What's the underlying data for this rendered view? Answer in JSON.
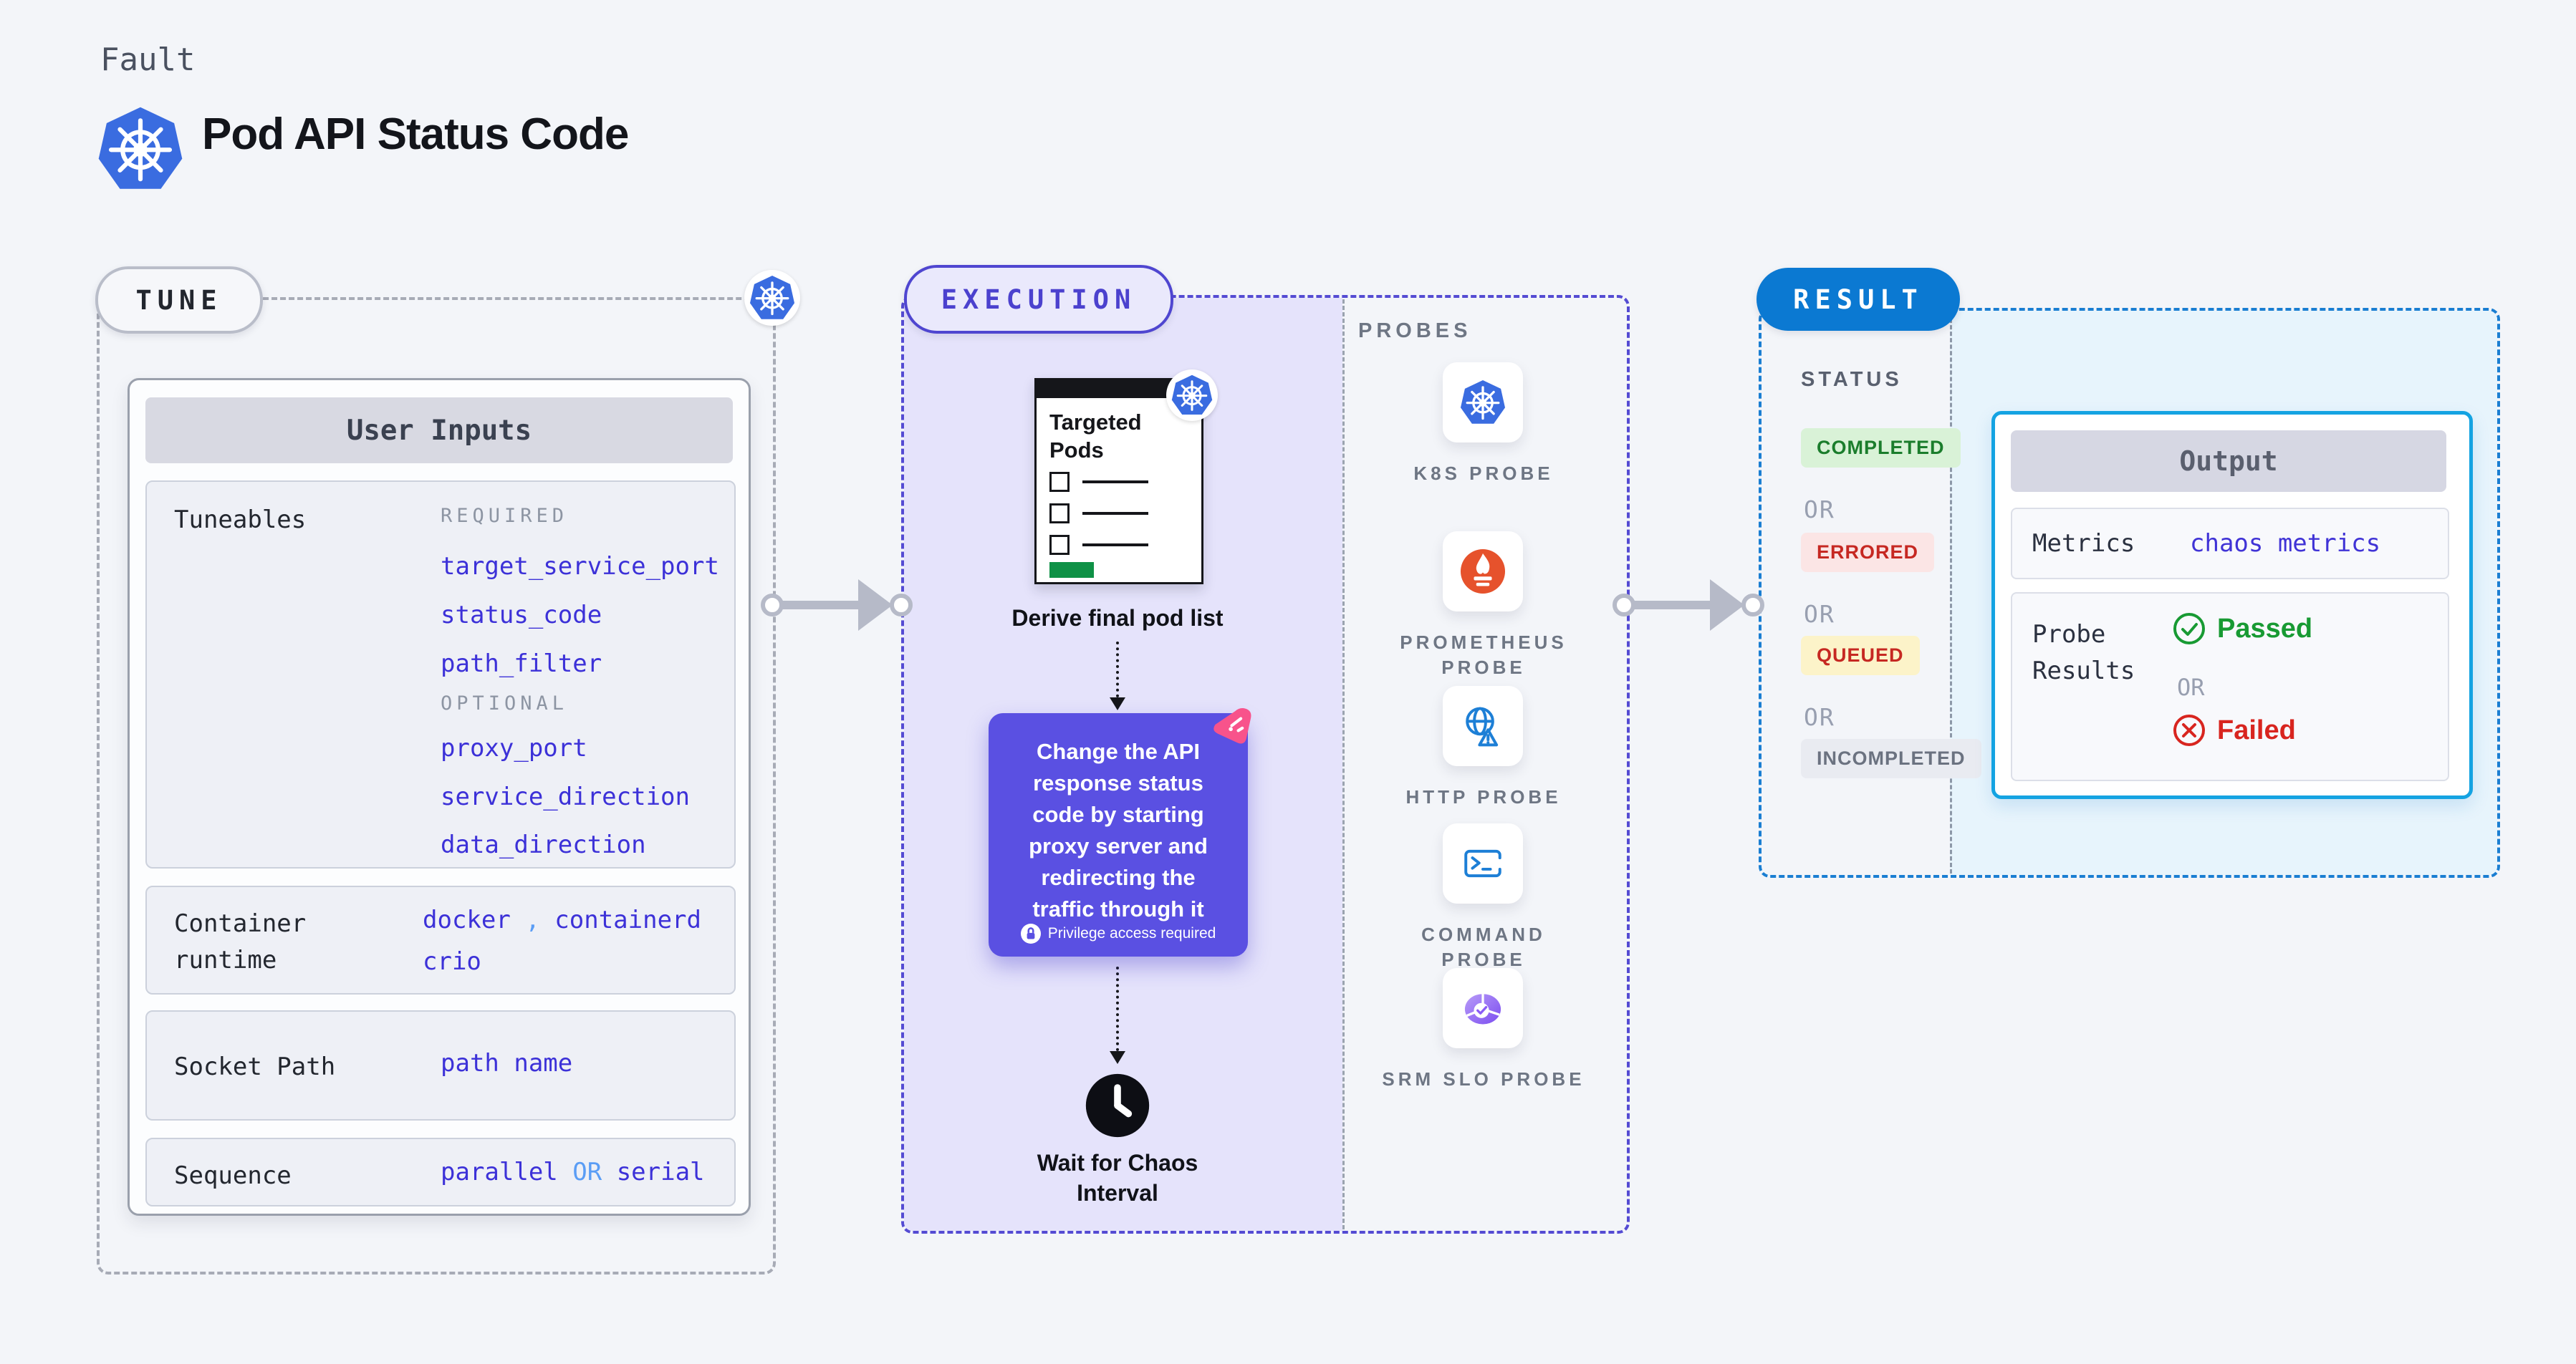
{
  "header": {
    "kicker": "Fault",
    "title": "Pod API Status Code"
  },
  "tune": {
    "label": "TUNE",
    "panel_title": "User Inputs",
    "tuneables": {
      "label": "Tuneables",
      "required_label": "REQUIRED",
      "required": [
        "target_service_port",
        "status_code",
        "path_filter"
      ],
      "optional_label": "OPTIONAL",
      "optional": [
        "proxy_port",
        "service_direction",
        "data_direction"
      ]
    },
    "container_runtime": {
      "label": "Container runtime",
      "values": [
        "docker",
        "containerd",
        "crio"
      ],
      "separator": ","
    },
    "socket_path": {
      "label": "Socket Path",
      "value": "path name"
    },
    "sequence": {
      "label": "Sequence",
      "left": "parallel",
      "or": "OR",
      "right": "serial"
    }
  },
  "execution": {
    "label": "EXECUTION",
    "pods_card_title": "Targeted Pods",
    "derive_caption": "Derive final pod list",
    "action_text": "Change the API response status code by starting proxy server and redirecting the traffic through it",
    "privilege_note": "Privilege access required",
    "wait_caption": "Wait for Chaos Interval"
  },
  "probes": {
    "title": "PROBES",
    "items": [
      {
        "label": "K8S PROBE",
        "icon": "kubernetes-icon"
      },
      {
        "label": "PROMETHEUS PROBE",
        "icon": "prometheus-icon"
      },
      {
        "label": "HTTP PROBE",
        "icon": "http-globe-icon"
      },
      {
        "label": "COMMAND PROBE",
        "icon": "terminal-icon"
      },
      {
        "label": "SRM SLO PROBE",
        "icon": "slo-pie-icon"
      }
    ]
  },
  "result": {
    "label": "RESULT",
    "status_title": "STATUS",
    "or_label": "OR",
    "statuses": [
      {
        "label": "COMPLETED",
        "text_color": "#1b7d2c",
        "bg_color": "#d9f2d7"
      },
      {
        "label": "ERRORED",
        "text_color": "#c62822",
        "bg_color": "#fbe5e5"
      },
      {
        "label": "QUEUED",
        "text_color": "#c62822",
        "bg_color": "#fcf3c9"
      },
      {
        "label": "INCOMPLETED",
        "text_color": "#6b7280",
        "bg_color": "#e9ebf1"
      }
    ],
    "output": {
      "title": "Output",
      "metrics_label": "Metrics",
      "metrics_value": "chaos metrics",
      "probe_results_label": "Probe Results",
      "passed": "Passed",
      "or": "OR",
      "failed": "Failed"
    }
  },
  "colors": {
    "accent_indigo": "#4f46d0",
    "accent_blue": "#0b79d2",
    "accent_cyan": "#14a3e2",
    "param_link_blue": "#3c31d8",
    "light_blue": "#5a9df5",
    "lavender_fill": "#e5e3fb",
    "cyan_fill": "#e7f4fc",
    "passed_green": "#189a33",
    "failed_red": "#d8251f",
    "arrow_gray": "#b6bac8"
  }
}
